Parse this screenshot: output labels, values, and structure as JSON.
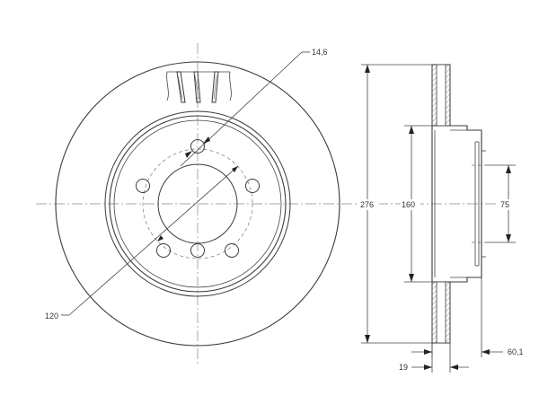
{
  "dimensions": {
    "bolt_hole": "14,6",
    "bolt_circle": "120",
    "outer_diameter": "276",
    "hat_diameter": "160",
    "center_bore": "75",
    "thickness": "19",
    "height": "60,1"
  },
  "colors": {
    "line": "#3a3a3a",
    "text": "#333333",
    "centerline": "#888888"
  }
}
